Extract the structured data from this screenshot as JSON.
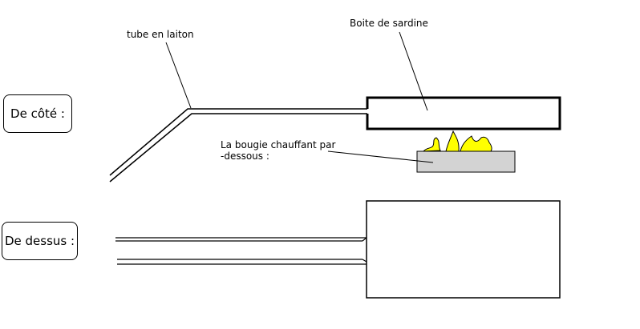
{
  "labels": {
    "tube": "tube en laiton",
    "boite": "Boite de sardine",
    "bougie_line1": "La bougie chauffant par",
    "bougie_line2": "-dessous :",
    "vue_cote": "De côté :",
    "vue_dessus": "De dessus :"
  },
  "colors": {
    "stroke": "#000000",
    "flame": "#ffff00",
    "candle": "#d3d3d3",
    "background": "#ffffff"
  }
}
